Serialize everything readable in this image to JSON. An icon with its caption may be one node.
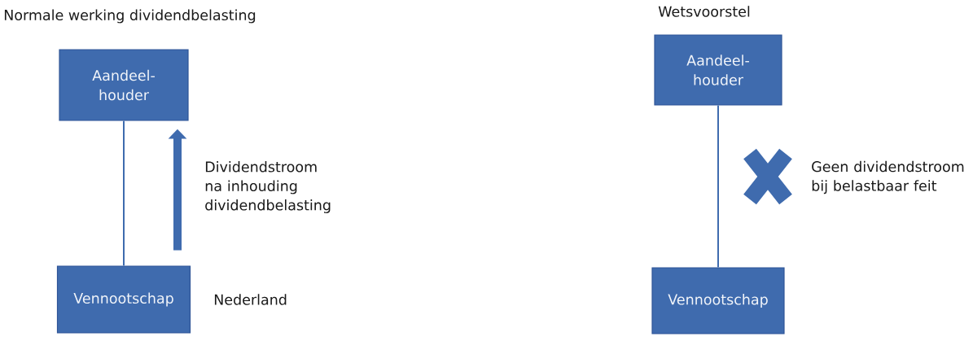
{
  "diagram": {
    "nodes": [
      {
        "text": [
          "Aandeel- houder"
        ]
      },
      {
        "text": [
          "Vennootschap"
        ],
        "beside": [
          "Nederland"
        ]
      },
      {
        "text": [
          "Aandeel- houder"
        ]
      },
      {
        "text": [
          "Vennootschap"
        ]
      }
    ],
    "edges": [
      {
        "from": 0,
        "to": 1,
        "arrow": "none"
      },
      {
        "from": 1,
        "to": 0,
        "arrow": "to",
        "style": "thick",
        "label": "Dividendstroom na inhouding dividendbelasting"
      },
      {
        "from": 2,
        "to": 3,
        "arrow": "none"
      }
    ],
    "labels": [
      "Normale werking dividendbelasting",
      "Wetsvoorstel",
      "Geen dividendstroom bij belastbaar feit"
    ]
  }
}
